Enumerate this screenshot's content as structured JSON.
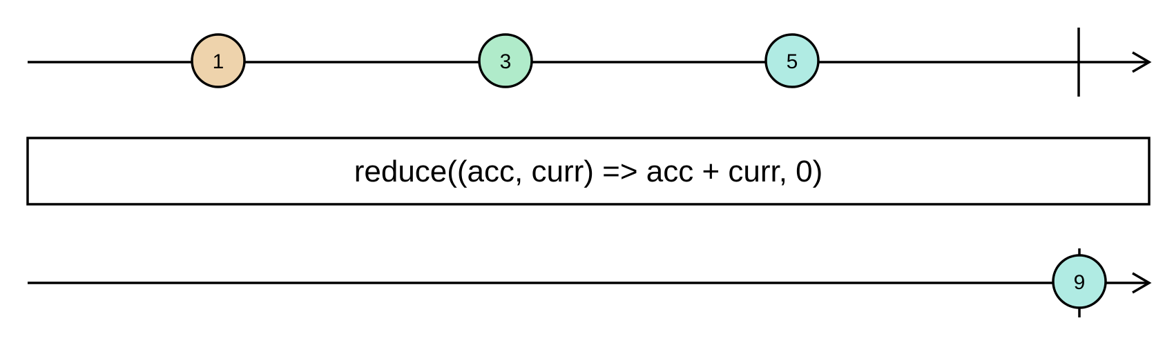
{
  "input_stream": {
    "marbles": [
      {
        "label": "1",
        "color": "#eed3ac"
      },
      {
        "label": "3",
        "color": "#b0ebca"
      },
      {
        "label": "5",
        "color": "#b0ebe3"
      }
    ],
    "completed": true
  },
  "operator": {
    "label": "reduce((acc, curr) => acc + curr, 0)"
  },
  "output_stream": {
    "marbles": [
      {
        "label": "9",
        "color": "#b0ebe3"
      }
    ],
    "completed": true
  }
}
